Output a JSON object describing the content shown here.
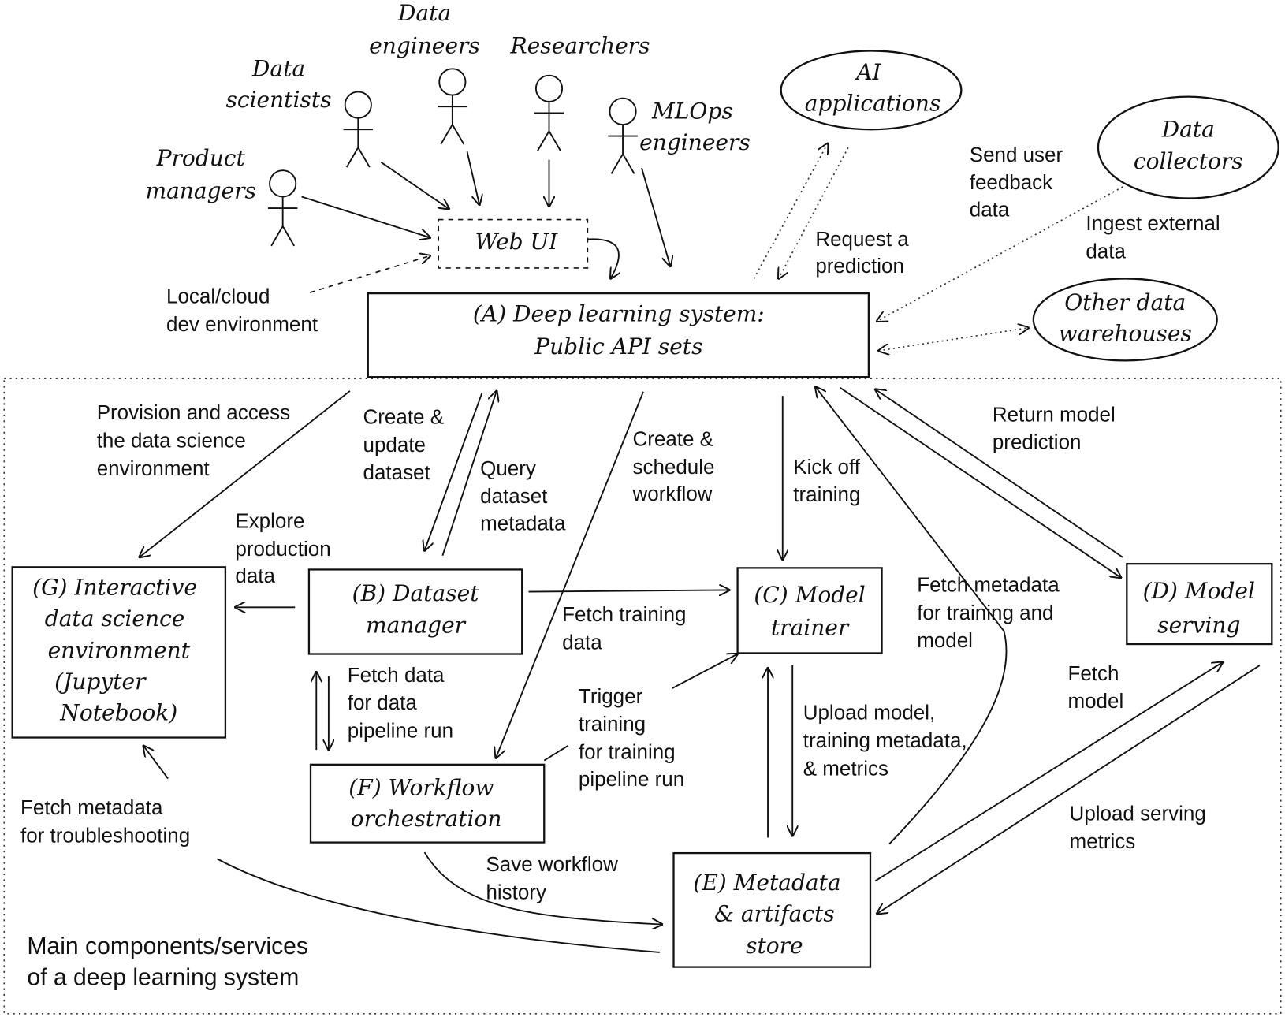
{
  "actors": {
    "data_engineers": [
      "Data",
      "engineers"
    ],
    "researchers": [
      "Researchers"
    ],
    "data_scientists": [
      "Data",
      "scientists"
    ],
    "mlops_engineers": [
      "MLOps",
      "engineers"
    ],
    "product_managers": [
      "Product",
      "managers"
    ]
  },
  "web_ui": "Web UI",
  "external": {
    "ai_applications": [
      "AI",
      "applications"
    ],
    "data_collectors": [
      "Data",
      "collectors"
    ],
    "other_warehouses": [
      "Other data",
      "warehouses"
    ]
  },
  "components": {
    "a": [
      "(A) Deep learning system:",
      "Public API sets"
    ],
    "b": [
      "(B) Dataset",
      "manager"
    ],
    "c": [
      "(C) Model",
      "trainer"
    ],
    "d": [
      "(D) Model",
      "serving"
    ],
    "e": [
      "(E) Metadata",
      "& artifacts",
      "store"
    ],
    "f": [
      "(F) Workflow",
      "orchestration"
    ],
    "g": [
      "(G) Interactive",
      "data science",
      "environment",
      "(Jupyter",
      "Notebook)"
    ]
  },
  "labels": {
    "local_dev": [
      "Local/cloud",
      "dev environment"
    ],
    "request_prediction": [
      "Request a",
      "prediction"
    ],
    "send_feedback": [
      "Send user",
      "feedback",
      "data"
    ],
    "ingest_external": [
      "Ingest external",
      "data"
    ],
    "provision": [
      "Provision and access",
      "the data science",
      "environment"
    ],
    "create_update": [
      "Create &",
      "update",
      "dataset"
    ],
    "query_metadata": [
      "Query",
      "dataset",
      "metadata"
    ],
    "create_schedule": [
      "Create &",
      "schedule",
      "workflow"
    ],
    "kick_off": [
      "Kick off",
      "training"
    ],
    "return_prediction": [
      "Return model",
      "prediction"
    ],
    "explore": [
      "Explore",
      "production",
      "data"
    ],
    "fetch_training_data": [
      "Fetch training",
      "data"
    ],
    "fetch_metadata_training": [
      "Fetch metadata",
      "for training and",
      "model"
    ],
    "fetch_data_pipeline": [
      "Fetch data",
      "for data",
      "pipeline run"
    ],
    "trigger_training": [
      "Trigger",
      "training",
      "for training",
      "pipeline run"
    ],
    "upload_model": [
      "Upload model,",
      "training metadata,",
      "& metrics"
    ],
    "fetch_model": [
      "Fetch",
      "model"
    ],
    "fetch_troubleshooting": [
      "Fetch metadata",
      "for troubleshooting"
    ],
    "save_history": [
      "Save workflow",
      "history"
    ],
    "upload_serving": [
      "Upload serving",
      "metrics"
    ]
  },
  "caption": [
    "Main components/services",
    "of a deep learning system"
  ]
}
